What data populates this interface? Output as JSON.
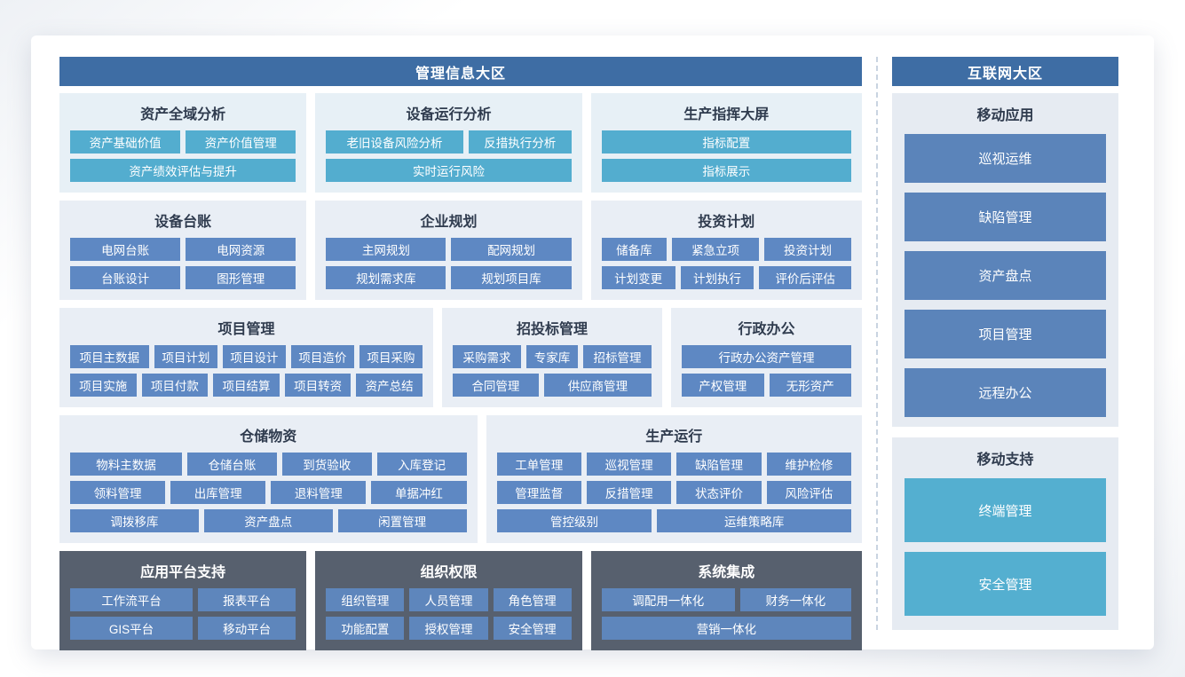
{
  "headers": {
    "left": "管理信息大区",
    "right": "互联网大区"
  },
  "colors": {
    "zone_header_bg": "#3E6DA4",
    "teal_chip": "#53ADCF",
    "blue_chip": "#5E88C3",
    "dark_panel_bg": "#57606E",
    "light_panel_bg": "#E9EEF5",
    "dashed_divider": "#C9D4E1"
  },
  "zones": {
    "mgmt": {
      "rows": [
        {
          "layout": "row-thirds",
          "panels": [
            {
              "name": "asset-global-analysis",
              "title": "资产全域分析",
              "style": "teal",
              "grid": [
                [
                  "资产基础价值",
                  "资产价值管理"
                ],
                [
                  "资产绩效评估与提升"
                ]
              ]
            },
            {
              "name": "equipment-operation-analysis",
              "title": "设备运行分析",
              "style": "teal",
              "grid": [
                [
                  "老旧设备风险分析",
                  "反措执行分析"
                ],
                [
                  "实时运行风险"
                ]
              ]
            },
            {
              "name": "production-command-screen",
              "title": "生产指挥大屏",
              "style": "teal",
              "grid": [
                [
                  "指标配置"
                ],
                [
                  "指标展示"
                ]
              ]
            }
          ]
        },
        {
          "layout": "row-thirds",
          "panels": [
            {
              "name": "equipment-ledger",
              "title": "设备台账",
              "style": "blue",
              "grid": [
                [
                  "电网台账",
                  "电网资源"
                ],
                [
                  "台账设计",
                  "图形管理"
                ]
              ]
            },
            {
              "name": "enterprise-planning",
              "title": "企业规划",
              "style": "blue",
              "grid": [
                [
                  "主网规划",
                  "配网规划"
                ],
                [
                  "规划需求库",
                  "规划项目库"
                ]
              ]
            },
            {
              "name": "investment-plan",
              "title": "投资计划",
              "style": "blue",
              "grid": [
                [
                  "储备库",
                  "紧急立项",
                  "投资计划"
                ],
                [
                  "计划变更",
                  "计划执行",
                  "评价后评估"
                ]
              ]
            }
          ]
        },
        {
          "layout": "row-pm",
          "panels": [
            {
              "name": "project-management",
              "title": "项目管理",
              "style": "blue",
              "grid": [
                [
                  "项目主数据",
                  "项目计划",
                  "项目设计",
                  "项目造价",
                  "项目采购"
                ],
                [
                  "项目实施",
                  "项目付款",
                  "项目结算",
                  "项目转资",
                  "资产总结"
                ]
              ]
            },
            {
              "name": "bidding-management",
              "title": "招投标管理",
              "style": "blue",
              "grid": [
                [
                  "采购需求",
                  "专家库",
                  "招标管理"
                ],
                [
                  "合同管理",
                  "供应商管理"
                ]
              ]
            },
            {
              "name": "administrative-office",
              "title": "行政办公",
              "style": "blue",
              "grid": [
                [
                  "行政办公资产管理"
                ],
                [
                  "产权管理",
                  "无形资产"
                ]
              ]
            }
          ]
        },
        {
          "layout": "row-wh row-grow",
          "panels": [
            {
              "name": "warehouse-materials",
              "title": "仓储物资",
              "style": "blue",
              "grid": [
                [
                  "物料主数据",
                  "仓储台账",
                  "到货验收",
                  "入库登记"
                ],
                [
                  "领料管理",
                  "出库管理",
                  "退料管理",
                  "单据冲红"
                ],
                [
                  "调拨移库",
                  "资产盘点",
                  "闲置管理"
                ]
              ]
            },
            {
              "name": "production-operation",
              "title": "生产运行",
              "style": "blue",
              "grid": [
                [
                  "工单管理",
                  "巡视管理",
                  "缺陷管理",
                  "维护检修"
                ],
                [
                  "管理监督",
                  "反措管理",
                  "状态评价",
                  "风险评估"
                ],
                [
                  "管控级别",
                  "运维策略库"
                ]
              ]
            }
          ]
        },
        {
          "layout": "row-thirds",
          "panels": [
            {
              "name": "application-platform-support",
              "title": "应用平台支持",
              "style": "dark",
              "grid": [
                [
                  "工作流平台",
                  "报表平台"
                ],
                [
                  "GIS平台",
                  "移动平台"
                ]
              ]
            },
            {
              "name": "organization-permissions",
              "title": "组织权限",
              "style": "dark",
              "grid": [
                [
                  "组织管理",
                  "人员管理",
                  "角色管理"
                ],
                [
                  "功能配置",
                  "授权管理",
                  "安全管理"
                ]
              ]
            },
            {
              "name": "system-integration",
              "title": "系统集成",
              "style": "dark",
              "grid": [
                [
                  "调配用一体化",
                  "财务一体化"
                ],
                [
                  "营销一体化"
                ]
              ]
            }
          ]
        }
      ]
    },
    "internet": {
      "panels": [
        {
          "name": "mobile-apps",
          "title": "移动应用",
          "style": "blue",
          "buttons": [
            "巡视运维",
            "缺陷管理",
            "资产盘点",
            "项目管理",
            "远程办公"
          ]
        },
        {
          "name": "mobile-support",
          "title": "移动支持",
          "style": "teal",
          "buttons": [
            "终端管理",
            "安全管理"
          ]
        }
      ]
    }
  }
}
